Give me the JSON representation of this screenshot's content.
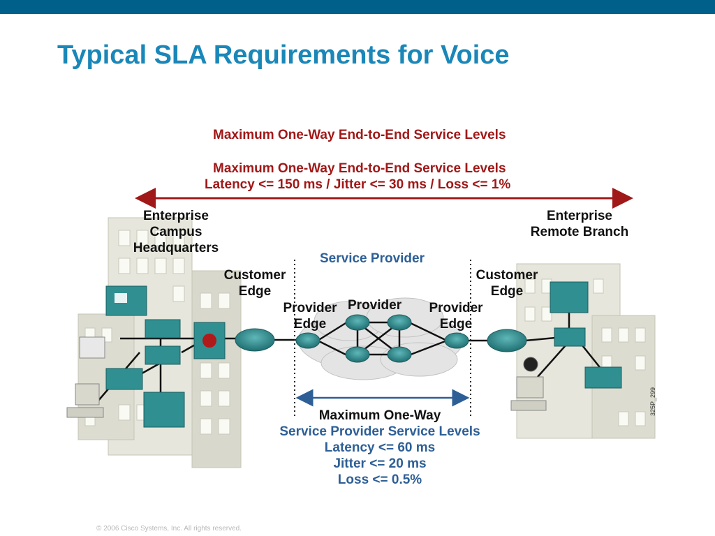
{
  "title": "Typical SLA Requirements for Voice",
  "heading": "Maximum One-Way End-to-End Service Levels",
  "end_to_end": {
    "line1": "Maximum One-Way End-to-End Service Levels",
    "line2": "Latency <= 150 ms / Jitter <= 30 ms / Loss <= 1%"
  },
  "sites": {
    "hq": [
      "Enterprise",
      "Campus",
      "Headquarters"
    ],
    "branch": [
      "Enterprise",
      "Remote Branch"
    ]
  },
  "edges": {
    "ce_left": [
      "Customer",
      "Edge"
    ],
    "ce_right": [
      "Customer",
      "Edge"
    ],
    "pe_left": [
      "Provider",
      "Edge"
    ],
    "pe_right": [
      "Provider",
      "Edge"
    ],
    "provider": "Provider"
  },
  "service_provider": "Service Provider",
  "sp_levels": {
    "line1": "Maximum One-Way",
    "line2": "Service Provider Service Levels",
    "line3": "Latency <= 60 ms",
    "line4": "Jitter <= 20 ms",
    "line5": "Loss <= 0.5%"
  },
  "figure_code": "325P_299",
  "footer": "© 2006 Cisco Systems, Inc. All rights reserved.",
  "colors": {
    "header_bar": "#00608a",
    "title": "#1a87b8",
    "red_text": "#a01818",
    "blue_text": "#2d5f96",
    "router_teal": "#2f8f91"
  },
  "icons": [
    "building",
    "router",
    "switch",
    "firewall",
    "ip-phone",
    "pc",
    "video-camera",
    "cloud",
    "server"
  ]
}
